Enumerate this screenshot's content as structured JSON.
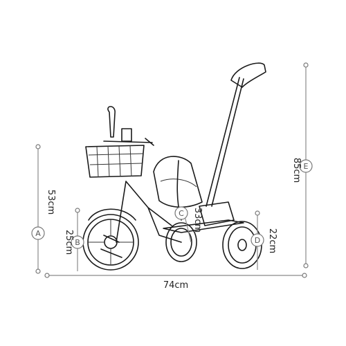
{
  "dimensions": {
    "A": {
      "letter": "A",
      "value": "53cm"
    },
    "B": {
      "letter": "B",
      "value": "25cm"
    },
    "C": {
      "letter": "C",
      "value": "33cm"
    },
    "D": {
      "letter": "D",
      "value": "22cm"
    },
    "E": {
      "letter": "E",
      "value": "85cm"
    },
    "width": {
      "value": "74cm"
    }
  }
}
